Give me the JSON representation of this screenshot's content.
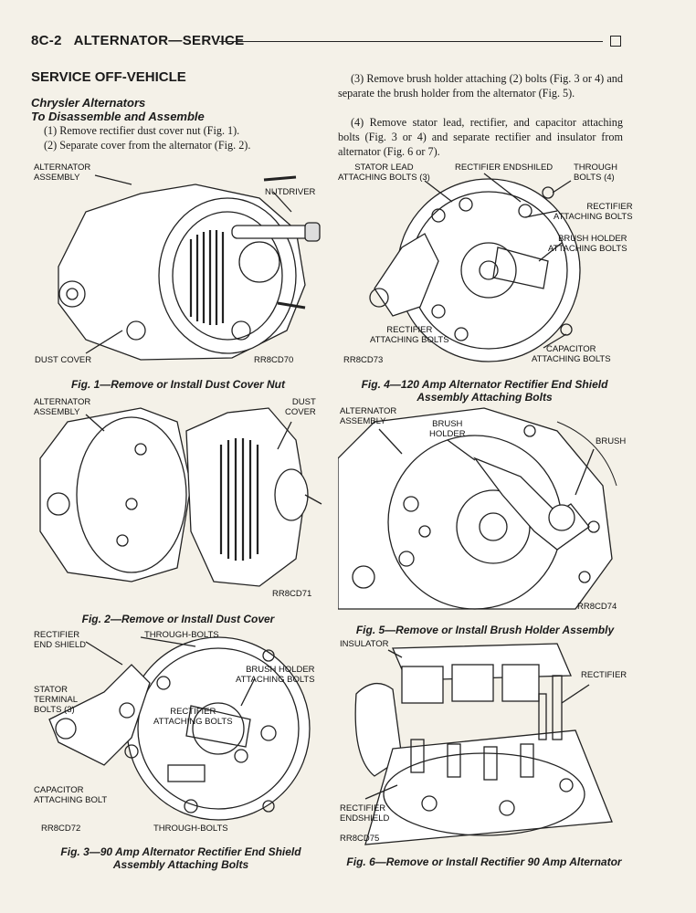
{
  "header": {
    "page_number": "8C-2",
    "title": "ALTERNATOR—SERVICE"
  },
  "section": {
    "title": "SERVICE OFF-VEHICLE",
    "subhead_1": "Chrysler Alternators",
    "subhead_2": "To Disassemble and Assemble",
    "steps_left": [
      "(1) Remove rectifier dust cover nut (Fig. 1).",
      "(2) Separate cover from the alternator (Fig. 2)."
    ],
    "steps_right": [
      "(3) Remove brush holder attaching (2) bolts (Fig. 3 or 4) and separate the brush holder from the alternator (Fig. 5).",
      "(4) Remove stator lead, rectifier, and capacitor attaching bolts (Fig. 3 or 4) and separate rectifier and insulator from alternator (Fig. 6 or 7)."
    ]
  },
  "figures": {
    "fig1": {
      "caption": "Fig. 1—Remove or Install Dust Cover Nut",
      "code": "RR8CD70",
      "labels": {
        "alternator_assembly": "ALTERNATOR\nASSEMBLY",
        "nutdriver": "NUTDRIVER",
        "dust_cover": "DUST COVER"
      }
    },
    "fig2": {
      "caption": "Fig. 2—Remove or Install Dust Cover",
      "code": "RR8CD71",
      "labels": {
        "alternator_assembly": "ALTERNATOR\nASSEMBLY",
        "dust_cover": "DUST\nCOVER"
      }
    },
    "fig3": {
      "caption": "Fig. 3—90 Amp Alternator Rectifier End Shield Assembly Attaching Bolts",
      "code": "RR8CD72",
      "labels": {
        "rectifier_end_shield": "RECTIFIER\nEND SHIELD",
        "through_bolts_top": "THROUGH-BOLTS",
        "brush_holder": "BRUSH HOLDER\nATTACHING BOLTS",
        "stator_terminal": "STATOR\nTERMINAL\nBOLTS (3)",
        "rectifier_attaching": "RECTIFIER\nATTACHING BOLTS",
        "capacitor": "CAPACITOR\nATTACHING BOLT",
        "through_bolts_bottom": "THROUGH-BOLTS"
      }
    },
    "fig4": {
      "caption": "Fig. 4—120 Amp Alternator Rectifier End Shield Assembly Attaching Bolts",
      "code": "RR8CD73",
      "labels": {
        "stator_lead": "STATOR LEAD\nATTACHING BOLTS (3)",
        "rectifier_endshield": "RECTIFIER ENDSHILED",
        "through_bolts": "THROUGH\nBOLTS (4)",
        "rectifier_attaching": "RECTIFIER\nATTACHING BOLTS",
        "brush_holder": "BRUSH HOLDER\nATTACHING BOLTS",
        "rectifier_attaching_low": "RECTIFIER\nATTACHING BOLTS",
        "capacitor": "CAPACITOR\nATTACHING BOLTS"
      }
    },
    "fig5": {
      "caption": "Fig. 5—Remove or Install Brush Holder Assembly",
      "code": "RR8CD74",
      "labels": {
        "alternator_assembly": "ALTERNATOR\nASSEMBLY",
        "brush_holder": "BRUSH\nHOLDER",
        "brush": "BRUSH"
      }
    },
    "fig6": {
      "caption": "Fig. 6—Remove or Install Rectifier 90 Amp Alternator",
      "code": "RR8CD75",
      "labels": {
        "insulator": "INSULATOR",
        "rectifier": "RECTIFIER",
        "rectifier_endshield": "RECTIFIER\nENDSHIELD"
      }
    }
  }
}
